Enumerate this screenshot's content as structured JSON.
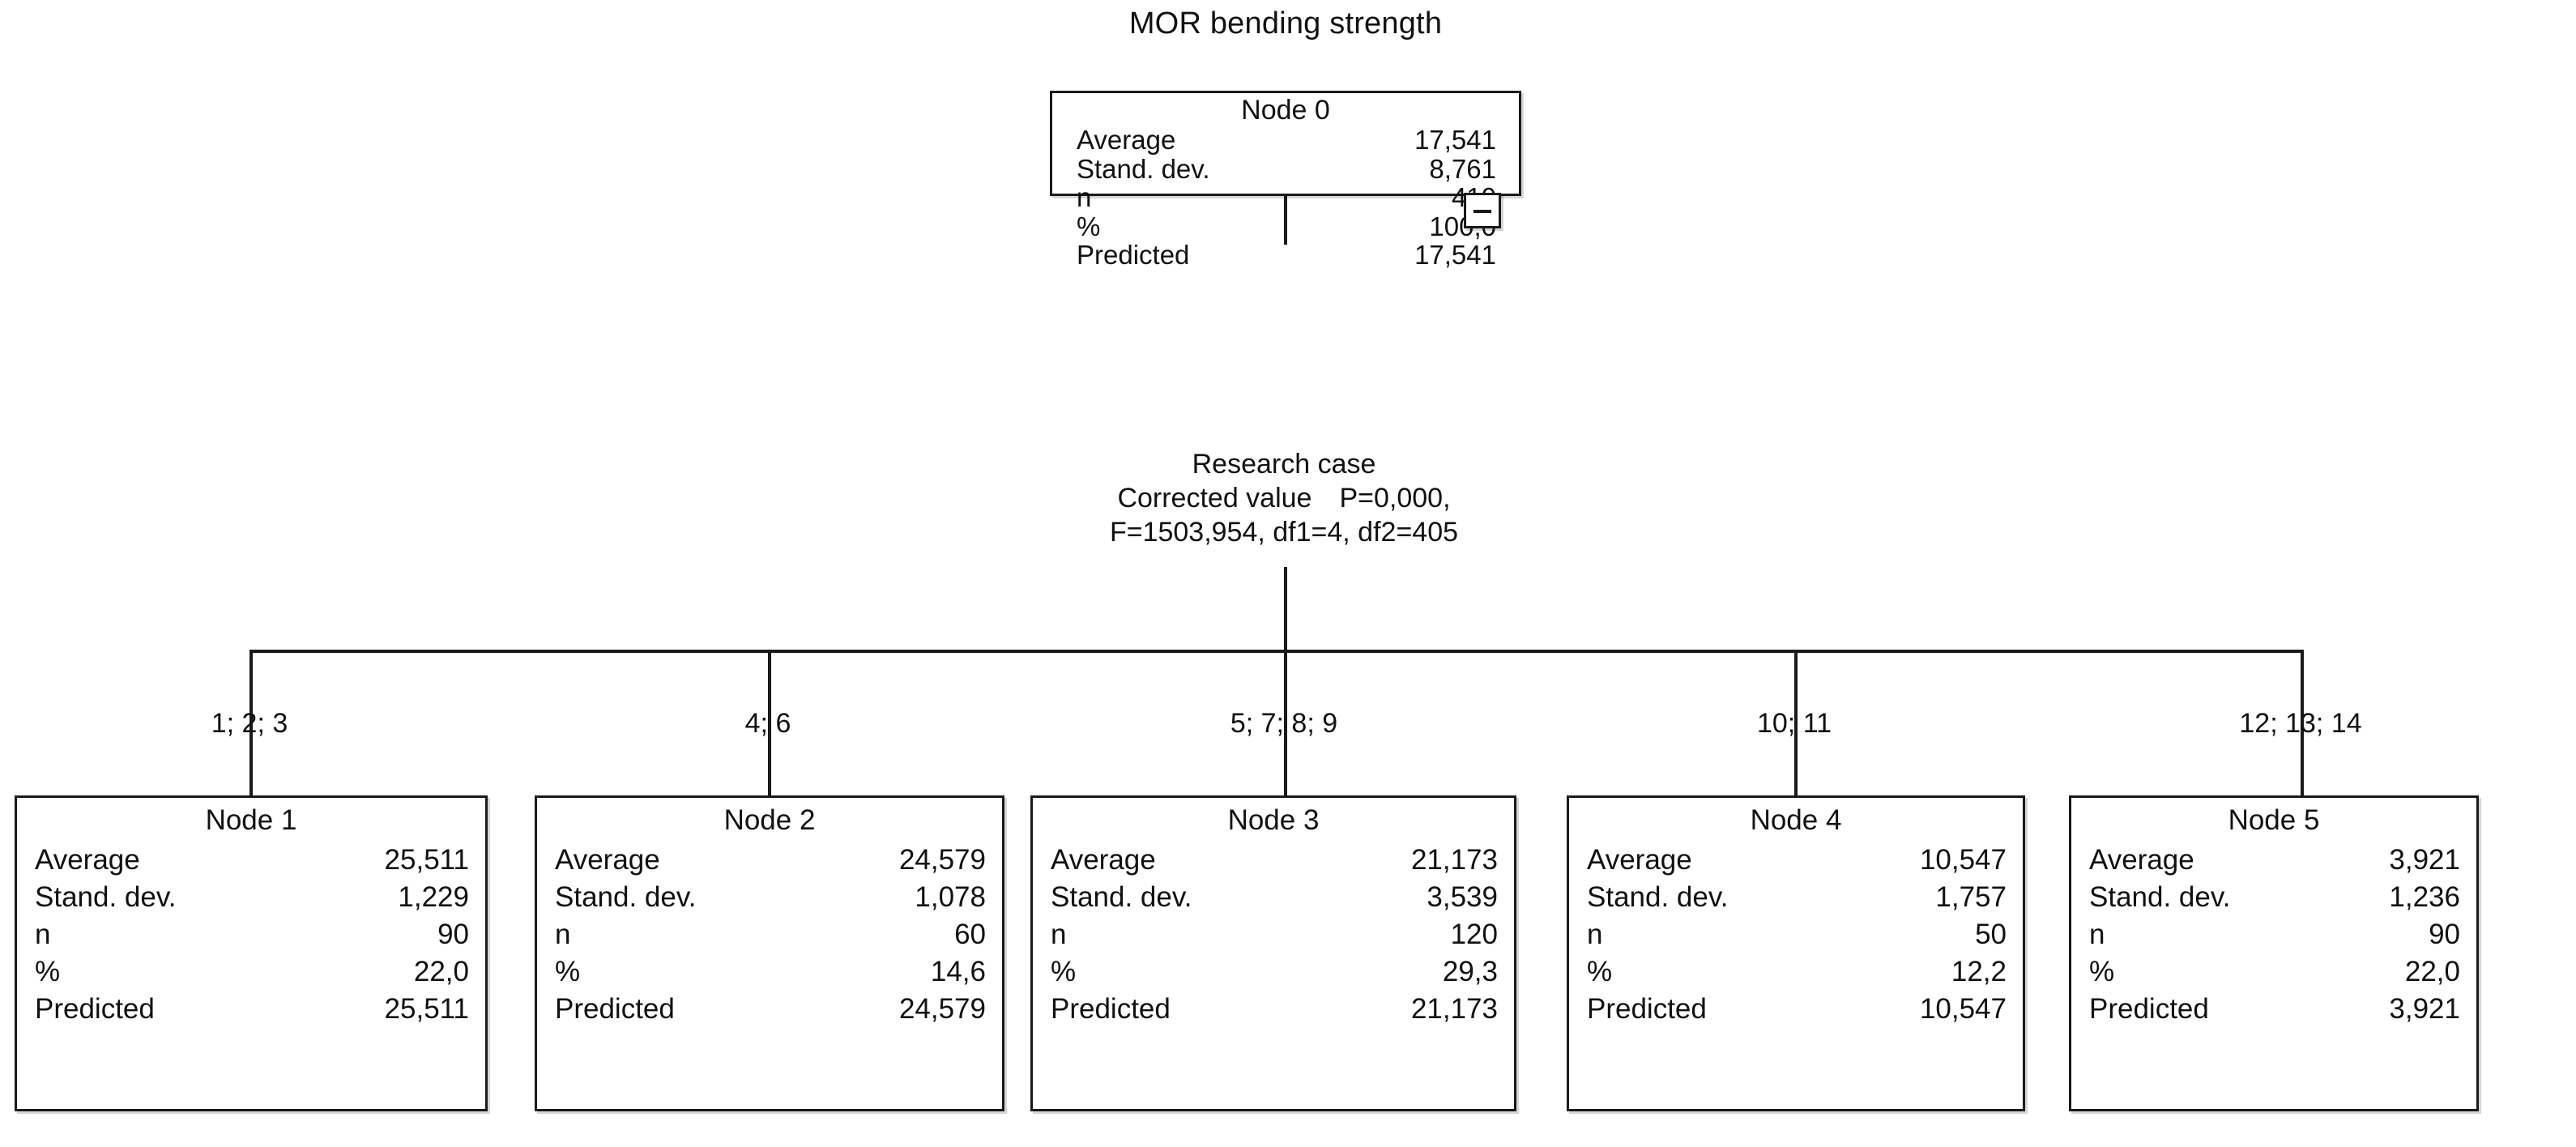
{
  "chart_data": {
    "type": "tree",
    "title": "MOR bending strength",
    "root": {
      "id": "Node 0",
      "rows": [
        {
          "key": "Average",
          "value": "17,541"
        },
        {
          "key": "Stand. dev.",
          "value": "8,761"
        },
        {
          "key": "n",
          "value": "410"
        },
        {
          "key": "%",
          "value": "100,0"
        },
        {
          "key": "Predicted",
          "value": "17,541"
        }
      ],
      "average": 17.541,
      "std_dev": 8.761,
      "n": 410,
      "percent": 100.0,
      "predicted": 17.541
    },
    "split": {
      "variable": "Research case",
      "adjustment": "Corrected value",
      "p_text": "P=0,000,",
      "stats_text": "F=1503,954, df1=4, df2=405",
      "p_value": 0.0,
      "F": 1503.954,
      "df1": 4,
      "df2": 405
    },
    "children": [
      {
        "branch_label": "1;  2;  3",
        "categories": [
          1,
          2,
          3
        ],
        "id": "Node 1",
        "rows": [
          {
            "key": "Average",
            "value": "25,511"
          },
          {
            "key": "Stand. dev.",
            "value": "1,229"
          },
          {
            "key": "n",
            "value": "90"
          },
          {
            "key": "%",
            "value": "22,0"
          },
          {
            "key": "Predicted",
            "value": "25,511"
          }
        ],
        "average": 25.511,
        "std_dev": 1.229,
        "n": 90,
        "percent": 22.0,
        "predicted": 25.511
      },
      {
        "branch_label": "4;  6",
        "categories": [
          4,
          6
        ],
        "id": "Node 2",
        "rows": [
          {
            "key": "Average",
            "value": "24,579"
          },
          {
            "key": "Stand. dev.",
            "value": "1,078"
          },
          {
            "key": "n",
            "value": "60"
          },
          {
            "key": "%",
            "value": "14,6"
          },
          {
            "key": "Predicted",
            "value": "24,579"
          }
        ],
        "average": 24.579,
        "std_dev": 1.078,
        "n": 60,
        "percent": 14.6,
        "predicted": 24.579
      },
      {
        "branch_label": "5;  7;  8;  9",
        "categories": [
          5,
          7,
          8,
          9
        ],
        "id": "Node 3",
        "rows": [
          {
            "key": "Average",
            "value": "21,173"
          },
          {
            "key": "Stand. dev.",
            "value": "3,539"
          },
          {
            "key": "n",
            "value": "120"
          },
          {
            "key": "%",
            "value": "29,3"
          },
          {
            "key": "Predicted",
            "value": "21,173"
          }
        ],
        "average": 21.173,
        "std_dev": 3.539,
        "n": 120,
        "percent": 29.3,
        "predicted": 21.173
      },
      {
        "branch_label": "10; 11",
        "categories": [
          10,
          11
        ],
        "id": "Node 4",
        "rows": [
          {
            "key": "Average",
            "value": "10,547"
          },
          {
            "key": "Stand. dev.",
            "value": "1,757"
          },
          {
            "key": "n",
            "value": "50"
          },
          {
            "key": "%",
            "value": "12,2"
          },
          {
            "key": "Predicted",
            "value": "10,547"
          }
        ],
        "average": 10.547,
        "std_dev": 1.757,
        "n": 50,
        "percent": 12.2,
        "predicted": 10.547
      },
      {
        "branch_label": "12; 13; 14",
        "categories": [
          12,
          13,
          14
        ],
        "id": "Node 5",
        "rows": [
          {
            "key": "Average",
            "value": "3,921"
          },
          {
            "key": "Stand. dev.",
            "value": "1,236"
          },
          {
            "key": "n",
            "value": "90"
          },
          {
            "key": "%",
            "value": "22,0"
          },
          {
            "key": "Predicted",
            "value": "3,921"
          }
        ],
        "average": 3.921,
        "std_dev": 1.236,
        "n": 90,
        "percent": 22.0,
        "predicted": 3.921
      }
    ],
    "colors": {
      "stroke": "#1a1a1a",
      "background": "#ffffff",
      "text": "#111111"
    }
  },
  "controls": {
    "collapse_icon": "minus-icon"
  }
}
